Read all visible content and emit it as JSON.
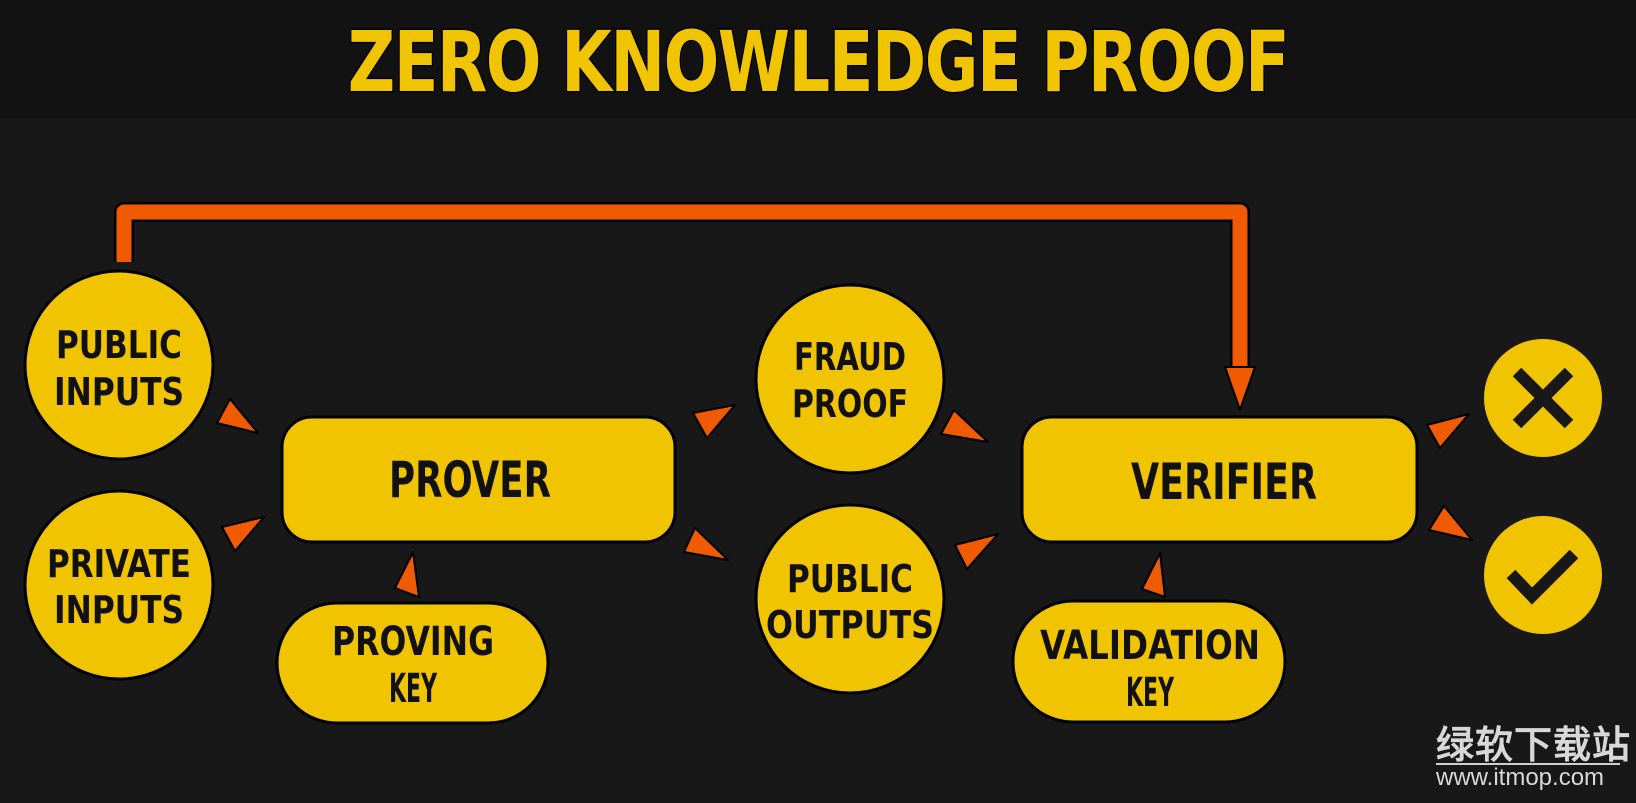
{
  "title": "ZERO KNOWLEDGE PROOF",
  "colors": {
    "background": "#181818",
    "header_background": "#121212",
    "node_fill": "#f0c400",
    "arrow_fill": "#f05a00",
    "outline": "#000000",
    "text": "#111111"
  },
  "nodes": {
    "public_inputs": {
      "line1": "PUBLIC",
      "line2": "INPUTS"
    },
    "private_inputs": {
      "line1": "PRIVATE",
      "line2": "INPUTS"
    },
    "prover": {
      "label": "PROVER"
    },
    "proving_key": {
      "line1": "PROVING",
      "line2": "KEY"
    },
    "fraud_proof": {
      "line1": "FRAUD",
      "line2": "PROOF"
    },
    "public_outputs": {
      "line1": "PUBLIC",
      "line2": "OUTPUTS"
    },
    "verifier": {
      "label": "VERIFIER"
    },
    "validation_key": {
      "line1": "VALIDATION",
      "line2": "KEY"
    },
    "reject": {
      "icon": "x-icon"
    },
    "accept": {
      "icon": "checkmark-icon"
    }
  },
  "edges": [
    {
      "from": "public_inputs",
      "to": "verifier",
      "style": "elbow-connector"
    },
    {
      "from": "public_inputs",
      "to": "prover"
    },
    {
      "from": "private_inputs",
      "to": "prover"
    },
    {
      "from": "proving_key",
      "to": "prover"
    },
    {
      "from": "prover",
      "to": "fraud_proof"
    },
    {
      "from": "prover",
      "to": "public_outputs"
    },
    {
      "from": "fraud_proof",
      "to": "verifier"
    },
    {
      "from": "public_outputs",
      "to": "verifier"
    },
    {
      "from": "validation_key",
      "to": "verifier"
    },
    {
      "from": "verifier",
      "to": "reject"
    },
    {
      "from": "verifier",
      "to": "accept"
    }
  ],
  "watermark": {
    "text": "绿软下载站",
    "url": "www.itmop.com"
  }
}
